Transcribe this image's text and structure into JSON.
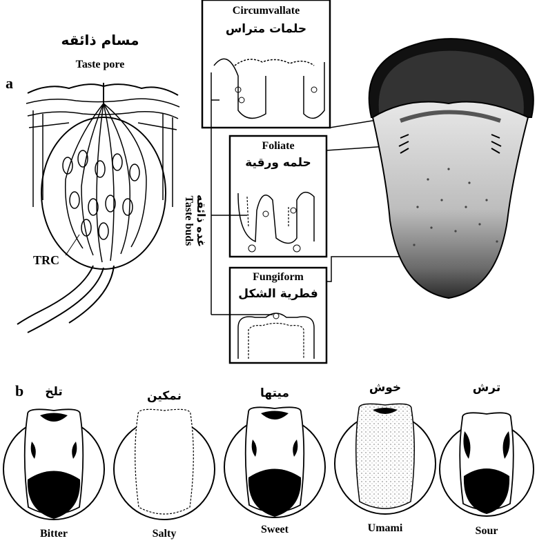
{
  "panel_a": {
    "letter": "a",
    "taste_pore_ar": "مسام ذائقه",
    "taste_pore_en": "Taste pore",
    "trc": "TRC",
    "taste_buds_ar": "غده ذائقه",
    "taste_buds_en": "Taste buds",
    "circumvallate_en": "Circumvallate",
    "circumvallate_ar": "حلمات متراس",
    "foliate_en": "Foliate",
    "foliate_ar": "حلمه ورقية",
    "fungiform_en": "Fungiform",
    "fungiform_ar": "فطرية الشكل"
  },
  "panel_b": {
    "letter": "b",
    "tastes": [
      {
        "ar": "تلخ",
        "en": "Bitter"
      },
      {
        "ar": "نمكين",
        "en": "Salty"
      },
      {
        "ar": "ميتها",
        "en": "Sweet"
      },
      {
        "ar": "خوش",
        "en": "Umami"
      },
      {
        "ar": "ترش",
        "en": "Sour"
      }
    ]
  }
}
